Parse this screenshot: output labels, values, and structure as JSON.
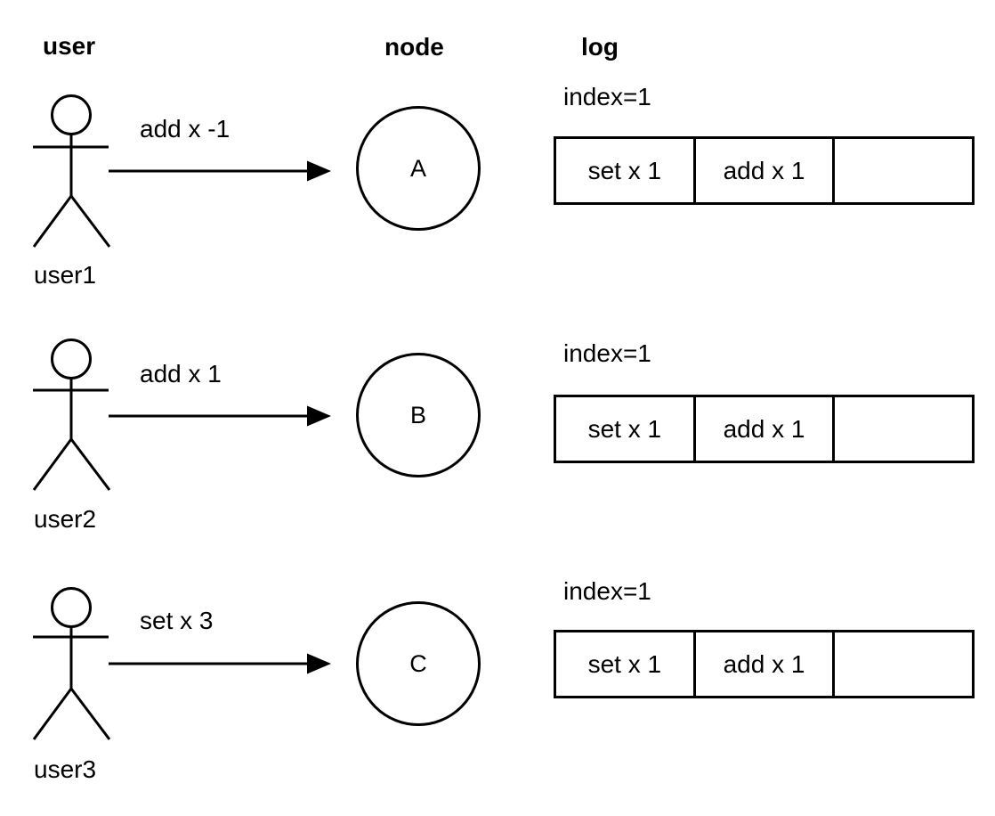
{
  "columns": {
    "user": "user",
    "node": "node",
    "log": "log"
  },
  "rows": [
    {
      "user_label": "user1",
      "message": "add x -1",
      "node": "A",
      "log_index": "index=1",
      "log_cells": [
        "set x 1",
        "add x 1",
        ""
      ]
    },
    {
      "user_label": "user2",
      "message": "add x 1",
      "node": "B",
      "log_index": "index=1",
      "log_cells": [
        "set x 1",
        "add x 1",
        ""
      ]
    },
    {
      "user_label": "user3",
      "message": "set x 3",
      "node": "C",
      "log_index": "index=1",
      "log_cells": [
        "set x 1",
        "add x 1",
        ""
      ]
    }
  ],
  "colors": {
    "stroke": "#000000",
    "background": "#ffffff"
  }
}
